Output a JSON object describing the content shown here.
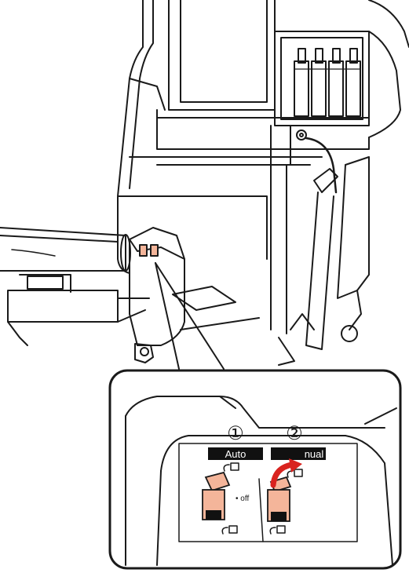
{
  "callouts": {
    "step1": "①",
    "step2": "②"
  },
  "switch_panel": {
    "auto_label": "Auto",
    "manual_label": "nual",
    "off_label": "off"
  },
  "colors": {
    "line": "#1a1a1a",
    "highlight_orange": "#f4b59a",
    "arrow_red": "#d9231f",
    "label_bg": "#111111",
    "label_text": "#ffffff"
  },
  "icons": {
    "winding_in": "curl-in-roll-icon",
    "winding_out": "curl-out-roll-icon"
  }
}
